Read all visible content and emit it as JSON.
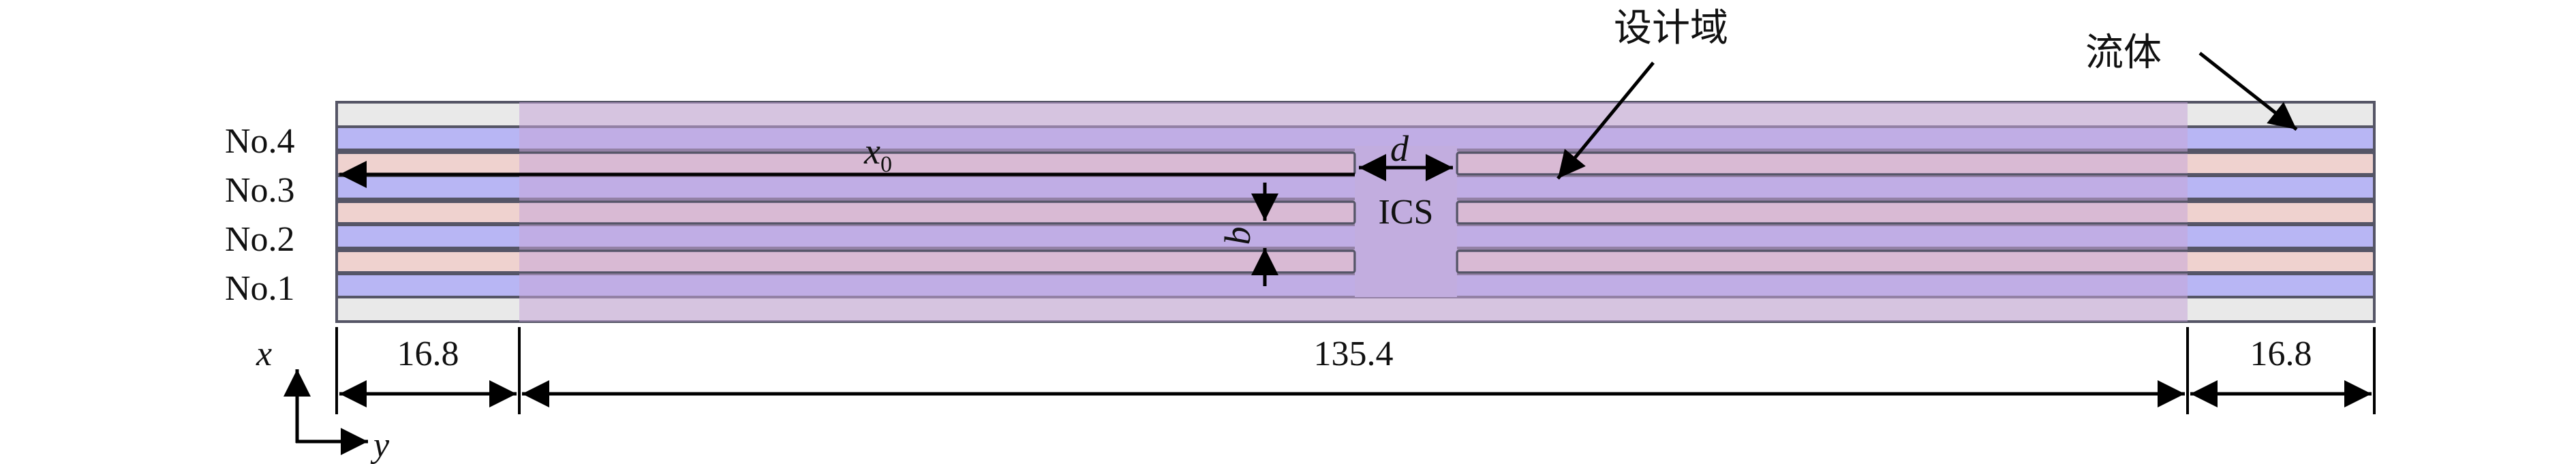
{
  "annotations": {
    "design_domain": "设计域",
    "fluid": "流体",
    "x0_label": "x",
    "x0_sub": "0",
    "d_label": "d",
    "b_label": "b",
    "ics_label": "ICS"
  },
  "channels": {
    "labels": [
      "No.4",
      "No.3",
      "No.2",
      "No.1"
    ]
  },
  "dimensions": {
    "left": "16.8",
    "middle": "135.4",
    "right": "16.8"
  },
  "axes": {
    "x_label": "x",
    "y_label": "y"
  },
  "colors": {
    "fluid": "#b8b6f4",
    "design_domain": "#c6a6d8",
    "plate": "#e9e9e9",
    "plate_in_domain": "#efd2cf",
    "ics": "#c2addf",
    "outline": "#555566"
  }
}
